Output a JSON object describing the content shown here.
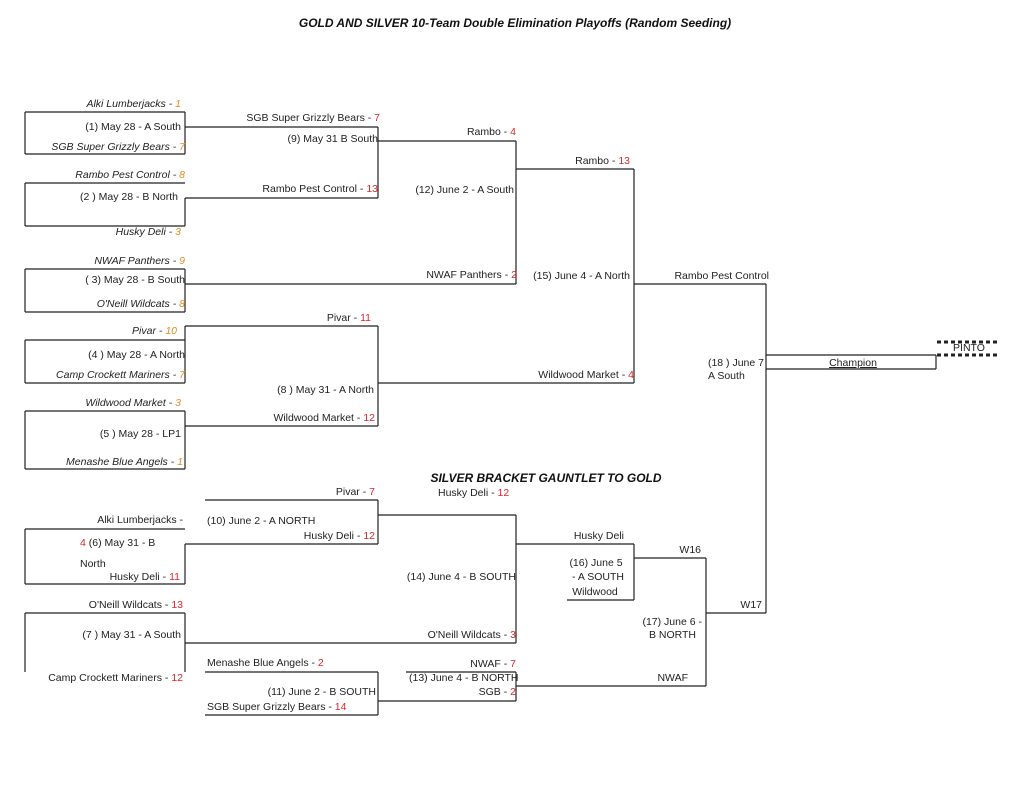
{
  "title": "GOLD AND SILVER 10-Team Double Elimination Playoffs (Random Seeding)",
  "silver_title": "SILVER BRACKET GAUNTLET TO GOLD",
  "gold": {
    "r1": [
      {
        "top": "Alki Lumberjacks",
        "top_seed": "1",
        "game": "(1) May 28 - A South",
        "bottom": "SGB Super Grizzly Bears",
        "bottom_seed": "7"
      },
      {
        "top": "Rambo Pest Control",
        "top_seed": "8",
        "game": "(2 ) May 28 - B North",
        "bottom": "Husky Deli",
        "bottom_seed": "3"
      },
      {
        "top": "NWAF Panthers",
        "top_seed": "9",
        "game": "( 3) May 28 - B South",
        "bottom": "O'Neill Wildcats",
        "bottom_seed": "8"
      },
      {
        "top": "Pivar",
        "top_seed": "10",
        "game": "(4 ) May 28 - A North",
        "bottom": "Camp Crockett Mariners",
        "bottom_seed": "7"
      },
      {
        "top": "Wildwood Market",
        "top_seed": "3",
        "game": "(5 ) May 28 - LP1",
        "bottom": "Menashe Blue Angels",
        "bottom_seed": "1"
      }
    ],
    "r2": [
      {
        "top": "SGB Super Grizzly Bears",
        "top_score": "7",
        "game": "(9) May 31 B South",
        "bottom": "Rambo Pest Control",
        "bottom_score": "13"
      },
      {
        "top": "Pivar",
        "top_score": "11",
        "game": "(8 ) May 31 - A North",
        "bottom": "Wildwood Market",
        "bottom_score": "12"
      }
    ],
    "r3": {
      "top": "Rambo",
      "top_score": "4",
      "game": "(12) June 2 - A South",
      "bottom": "NWAF Panthers",
      "bottom_score": "2"
    },
    "r4": {
      "top": "Rambo",
      "top_score": "13",
      "game": "(15) June 4 - A North",
      "bottom": "Wildwood Market",
      "bottom_score": "4"
    },
    "final": {
      "top": "Rambo Pest Control",
      "game_line1": "(18 ) June 7",
      "game_line2": "A South",
      "bottom": "W17",
      "champion": "Champion",
      "champion_name": "PINTO"
    }
  },
  "silver": {
    "g6": {
      "top_name": "Alki  Lumberjacks  -",
      "top_score": "4",
      "game_part": "(6)  May  31  -  B",
      "game_cont": "North",
      "bottom": "Husky Deli",
      "bottom_score": "11"
    },
    "g7": {
      "top": "O'Neill Wildcats",
      "top_score": "13",
      "game": "(7 ) May 31 - A South",
      "bottom": "Camp Crockett Mariners",
      "bottom_score": "12"
    },
    "g10": {
      "top": "Pivar",
      "top_score": "7",
      "game": "(10) June 2 - A NORTH",
      "bottom": "Husky Deli",
      "bottom_score": "12"
    },
    "g11": {
      "top": "Menashe Blue Angels",
      "top_score": "2",
      "game": "(11) June 2 - B SOUTH",
      "bottom": "SGB Super Grizzly Bears",
      "bottom_score": "14"
    },
    "g14": {
      "top": "Husky Deli",
      "top_score": "12",
      "game": "(14) June 4 - B SOUTH",
      "bottom": "O'Neill Wildcats",
      "bottom_score": "3"
    },
    "g13": {
      "top": "NWAF",
      "top_score": "7",
      "game": "(13) June 4 - B NORTH",
      "bottom": "SGB",
      "bottom_score": "2"
    },
    "g16": {
      "top": "Husky Deli",
      "game_l1": "(16) June 5",
      "game_l2": "- A SOUTH",
      "bottom": "Wildwood"
    },
    "g17": {
      "top": "W16",
      "game_l1": "(17) June 6 -",
      "game_l2": "B NORTH",
      "bottom": "NWAF",
      "winner": "W17"
    }
  },
  "colors": {
    "line": "#222222",
    "score": "#e0252a",
    "seed": "#e6891f"
  }
}
